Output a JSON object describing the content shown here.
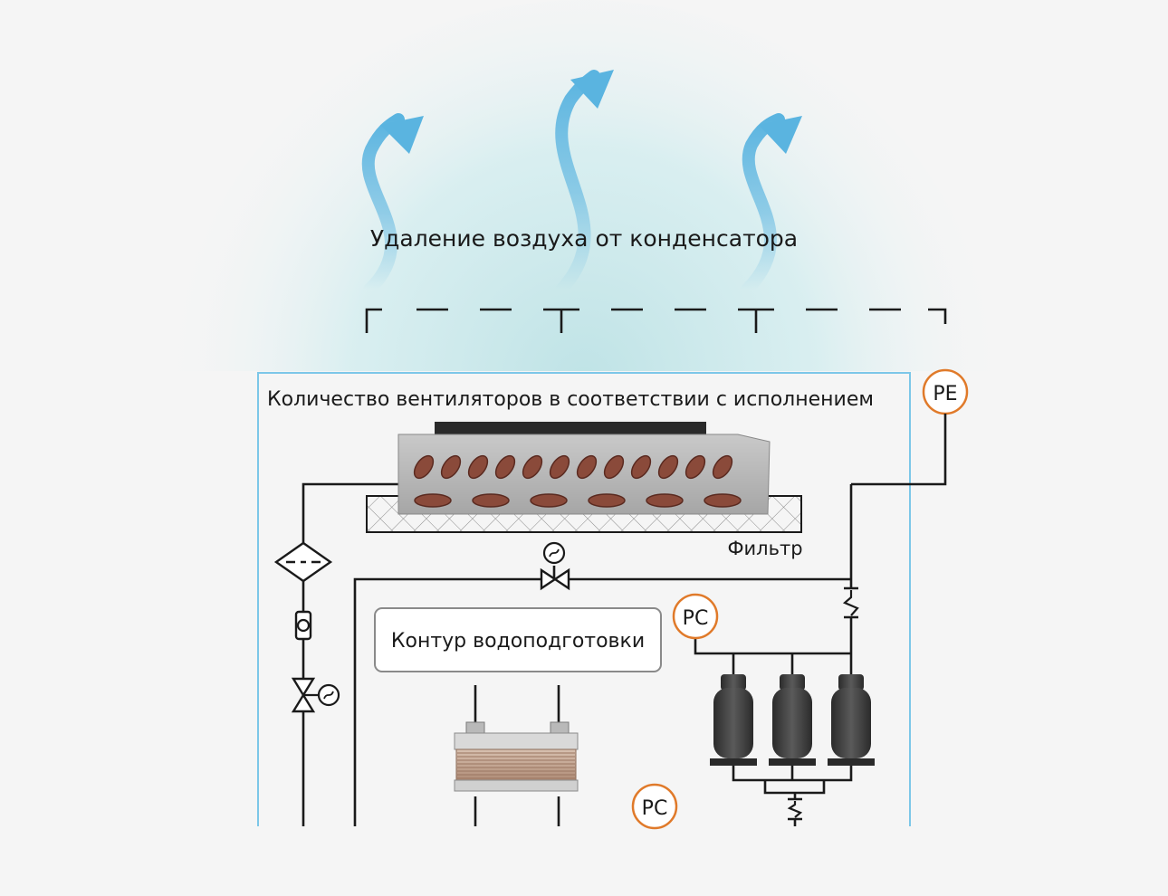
{
  "labels": {
    "air_exhaust": "Удаление воздуха от конденсатора",
    "fans_note": "Количество вентиляторов в соответствии с исполнением",
    "filter": "Фильтр",
    "water_treatment": "Контур водоподготовки",
    "sensor_pe": "PE",
    "sensor_pc_top": "PC",
    "sensor_pc_bottom": "PC"
  },
  "colors": {
    "background": "#f5f5f5",
    "air_arrow": "#5ab4e0",
    "air_glow": "#cfe9ec",
    "frame": "#7cc7e8",
    "sensor_ring": "#e07a2a",
    "pipe": "#1a1a1a"
  },
  "icons": {
    "air_flow": "curved-arrow-up-icon",
    "condenser": "condenser-coil-icon",
    "filter_drier": "filter-drier-icon",
    "sight_glass": "sight-glass-icon",
    "solenoid_valve": "solenoid-valve-icon",
    "check_valve": "check-valve-icon",
    "compressor": "scroll-compressor-icon",
    "heat_exchanger": "plate-heat-exchanger-icon"
  }
}
